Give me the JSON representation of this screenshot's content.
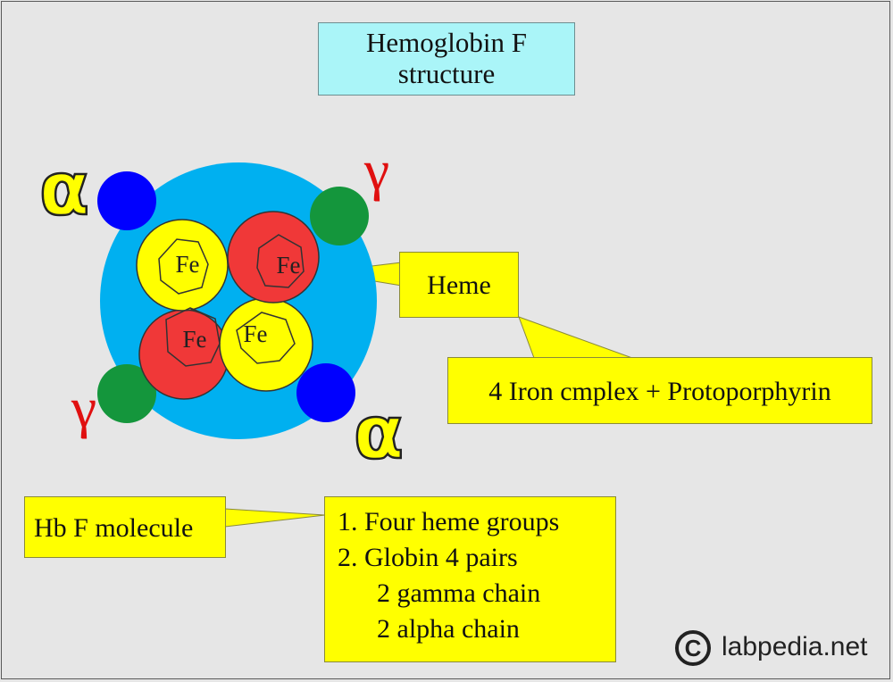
{
  "title": {
    "line1": "Hemoglobin F",
    "line2": "structure"
  },
  "molecule": {
    "fe_label": "Fe",
    "alpha_symbol": "α",
    "gamma_symbol": "γ"
  },
  "callouts": {
    "heme": "Heme",
    "iron_complex": "4 Iron cmplex + Protoporphyrin",
    "hbf_molecule": "Hb F molecule"
  },
  "composition": {
    "item1": "1. Four  heme groups",
    "item2": "2.  Globin 4 pairs",
    "item2_sub1": "2 gamma chain",
    "item2_sub2": "2 alpha chain"
  },
  "watermark": {
    "symbol": "C",
    "text": "labpedia.net"
  },
  "colors": {
    "background": "#e6e6e6",
    "globin_core": "#00b0f0",
    "heme_yellow": "#ffff00",
    "heme_red": "#f03838",
    "alpha_chain": "#0000ff",
    "gamma_chain": "#14963c",
    "alpha_text": "#ffff00",
    "gamma_text": "#e01010",
    "title_box": "#aaf5f8",
    "callout_box": "#ffff00"
  }
}
